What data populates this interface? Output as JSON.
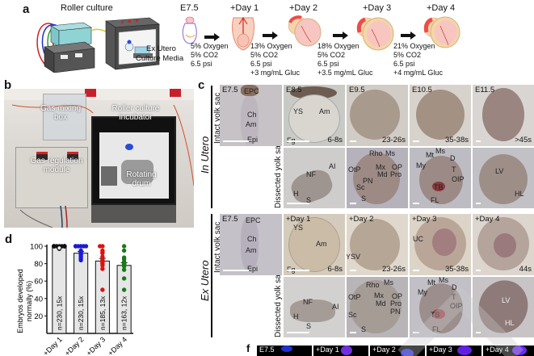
{
  "panels": {
    "a": {
      "letter": "a",
      "title": "Roller culture",
      "media_label_1": "Ex Utero",
      "media_label_2": "Culture Media",
      "stages": [
        {
          "label": "E7.5",
          "conditions": []
        },
        {
          "label": "+Day 1",
          "conditions": [
            "13% Oxygen",
            "5% CO2",
            "6.5 psi",
            "+3 mg/mL Gluc"
          ]
        },
        {
          "label": "+Day 2",
          "conditions": [
            "18% Oxygen",
            "5% CO2",
            "6.5 psi",
            "+3.5 mg/mL Gluc"
          ]
        },
        {
          "label": "+Day 3",
          "conditions": [
            "21% Oxygen",
            "5% CO2",
            "6.5 psi",
            "+4 mg/mL Gluc"
          ]
        },
        {
          "label": "+Day 4",
          "conditions": []
        }
      ],
      "initial_conditions": [
        "5% Oxygen",
        "5% CO2",
        "6.5 psi"
      ],
      "co2_subscript": "2"
    },
    "b": {
      "letter": "b",
      "labels": {
        "gas_mixing": [
          "Gas mixing",
          "box"
        ],
        "incubator": [
          "Roller culture",
          "incubator"
        ],
        "gas_regulation": [
          "Gas regulation",
          "module"
        ],
        "drum": [
          "Rotating",
          "drum"
        ]
      }
    },
    "c": {
      "letter": "c",
      "sections": {
        "in_utero": "In Utero",
        "ex_utero": "Ex Utero"
      },
      "row_labels": {
        "intact": "Intact yolk sac",
        "dissected": "Dissected yolk sac"
      },
      "in_utero": {
        "intact": [
          {
            "stage": "E7.5",
            "somites": "",
            "labels": [
              "EPC",
              "Ch",
              "Am",
              "Epi"
            ]
          },
          {
            "stage": "E8.5",
            "somites": "6-8s",
            "labels": [
              "YS",
              "Am",
              "Fg"
            ]
          },
          {
            "stage": "E9.5",
            "somites": "23-26s",
            "labels": []
          },
          {
            "stage": "E10.5",
            "somites": "35-38s",
            "labels": []
          },
          {
            "stage": "E11.5",
            "somites": ">45s",
            "labels": []
          }
        ],
        "dissected": [
          {
            "labels": [
              "NF",
              "AI",
              "H",
              "S"
            ]
          },
          {
            "labels": [
              "Rho",
              "Ms",
              "OtP",
              "Mx",
              "OP",
              "Md",
              "Pro",
              "PN",
              "Sc",
              "S"
            ]
          },
          {
            "labels": [
              "Ms",
              "Mt",
              "D",
              "My",
              "T",
              "OIP",
              "TB",
              "FL"
            ]
          },
          {
            "labels": [
              "LV",
              "HL"
            ]
          }
        ]
      },
      "ex_utero": {
        "intact": [
          {
            "stage": "E7.5",
            "somites": "",
            "labels": [
              "EPC",
              "Ch",
              "Am",
              "Epi"
            ]
          },
          {
            "stage": "+Day 1",
            "somites": "6-8s",
            "labels": [
              "YS",
              "Am",
              "Fg"
            ]
          },
          {
            "stage": "+Day 2",
            "somites": "23-26s",
            "labels": [
              "YSV"
            ]
          },
          {
            "stage": "+Day 3",
            "somites": "35-38s",
            "labels": [
              "UC"
            ]
          },
          {
            "stage": "+Day 4",
            "somites": "44s",
            "labels": []
          }
        ],
        "dissected": [
          {
            "labels": [
              "NF",
              "AI",
              "H",
              "S"
            ]
          },
          {
            "labels": [
              "Rho",
              "Ms",
              "OtP",
              "Mx",
              "OP",
              "Md",
              "Pro",
              "PN",
              "Sc",
              "S"
            ]
          },
          {
            "labels": [
              "Mt",
              "Ms",
              "D",
              "My",
              "T",
              "OIP",
              "TB",
              "FL"
            ]
          },
          {
            "labels": [
              "LV",
              "HL"
            ]
          }
        ]
      }
    },
    "d": {
      "letter": "d"
    },
    "f": {
      "letter": "f",
      "stages": [
        "E7.5",
        "+Day 1",
        "+Day 2",
        "+Day 3",
        "+Day 4"
      ]
    }
  },
  "chart_data": {
    "type": "bar",
    "title": "",
    "ylabel": "Embryos developed normally (%)",
    "ylabel_lines": [
      "Embryos developed",
      "normally (%)"
    ],
    "xlabel": "",
    "ylim": [
      0,
      100
    ],
    "yticks": [
      20,
      40,
      60,
      80,
      100
    ],
    "categories": [
      "+Day 1",
      "+Day 2",
      "+Day 3",
      "+Day 4"
    ],
    "values": [
      99,
      92,
      83,
      78
    ],
    "errors": [
      1,
      2,
      3,
      3
    ],
    "bar_labels": [
      "n=230, 15x",
      "n=230, 15x",
      "n=185, 13x",
      "n=163, 12x"
    ],
    "bar_color": "#e6e6e6",
    "points": [
      {
        "color": "#111111",
        "hollow": true,
        "values": [
          100,
          100,
          100,
          100,
          100,
          100,
          100,
          100,
          100,
          100,
          100,
          100,
          100,
          97,
          98
        ]
      },
      {
        "color": "#1a1ad6",
        "values": [
          100,
          100,
          100,
          100,
          100,
          100,
          95,
          94,
          93,
          92,
          91,
          90,
          88,
          86,
          84
        ]
      },
      {
        "color": "#e01010",
        "values": [
          100,
          100,
          95,
          93,
          92,
          88,
          84,
          82,
          81,
          80,
          78,
          74,
          50
        ]
      },
      {
        "color": "#1a7a1a",
        "values": [
          100,
          95,
          87,
          85,
          82,
          80,
          79,
          78,
          77,
          73,
          63,
          50
        ]
      }
    ],
    "grid": false,
    "legend": "none"
  }
}
